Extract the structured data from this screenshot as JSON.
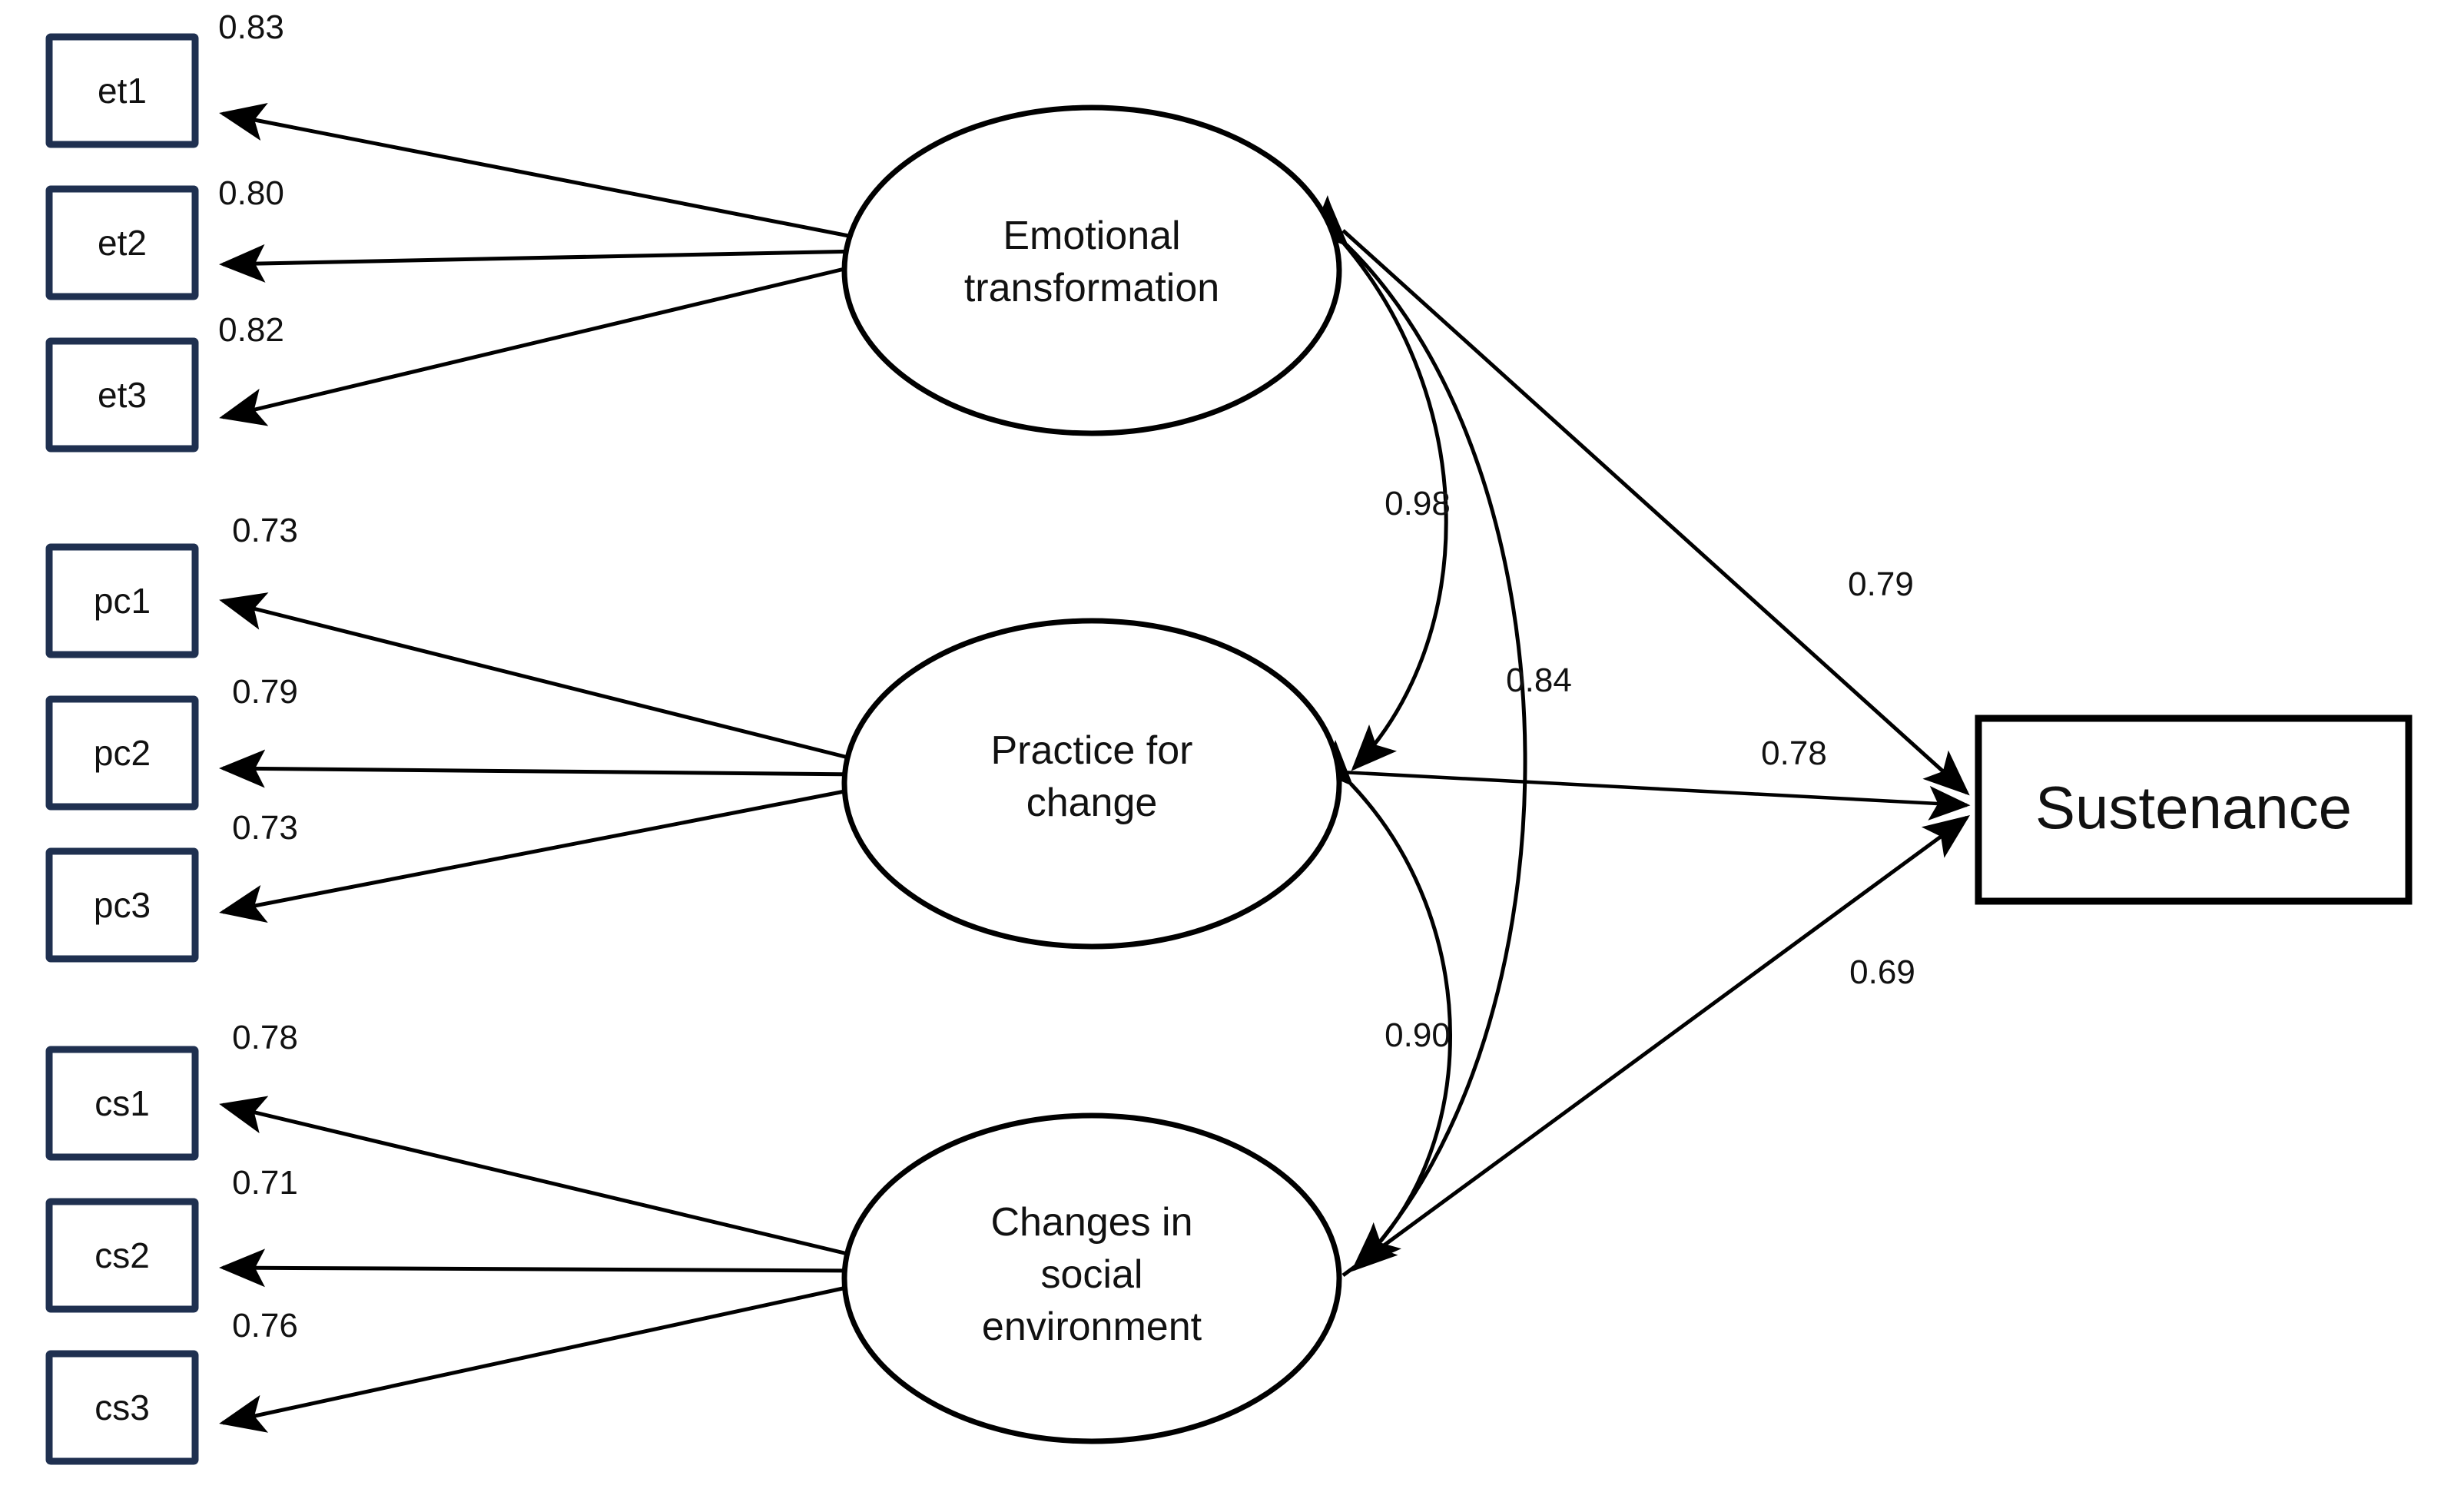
{
  "diagram": {
    "title": "Structural equation model path diagram",
    "type": "sem-path-diagram",
    "colors": {
      "indicator_border": "#1F3050",
      "outcome_border": "#000000",
      "latent_border": "#000000",
      "edge": "#000000",
      "background": "#FFFFFF"
    }
  },
  "indicators": [
    {
      "id": "et1",
      "label": "et1",
      "loading": "0.83",
      "factor": "Emotional transformation"
    },
    {
      "id": "et2",
      "label": "et2",
      "loading": "0.80",
      "factor": "Emotional transformation"
    },
    {
      "id": "et3",
      "label": "et3",
      "loading": "0.82",
      "factor": "Emotional transformation"
    },
    {
      "id": "pc1",
      "label": "pc1",
      "loading": "0.73",
      "factor": "Practice for change"
    },
    {
      "id": "pc2",
      "label": "pc2",
      "loading": "0.79",
      "factor": "Practice for change"
    },
    {
      "id": "pc3",
      "label": "pc3",
      "loading": "0.73",
      "factor": "Practice for change"
    },
    {
      "id": "cs1",
      "label": "cs1",
      "loading": "0.78",
      "factor": "Changes in social environment"
    },
    {
      "id": "cs2",
      "label": "cs2",
      "loading": "0.71",
      "factor": "Changes in social environment"
    },
    {
      "id": "cs3",
      "label": "cs3",
      "loading": "0.76",
      "factor": "Changes in social environment"
    }
  ],
  "latents": [
    {
      "id": "et",
      "lines": [
        "Emotional",
        "transformation"
      ]
    },
    {
      "id": "pc",
      "lines": [
        "Practice for",
        "change"
      ]
    },
    {
      "id": "cs",
      "lines": [
        "Changes in",
        "social",
        "environment"
      ]
    }
  ],
  "outcome": {
    "id": "sustenance",
    "label": "Sustenance"
  },
  "covariances": [
    {
      "from": "Emotional transformation",
      "to": "Practice for change",
      "value": "0.98"
    },
    {
      "from": "Emotional transformation",
      "to": "Changes in social environment",
      "value": "0.84"
    },
    {
      "from": "Practice for change",
      "to": "Changes in social environment",
      "value": "0.90"
    }
  ],
  "paths": [
    {
      "from": "Emotional transformation",
      "to": "Sustenance",
      "value": "0.79"
    },
    {
      "from": "Practice for change",
      "to": "Sustenance",
      "value": "0.78"
    },
    {
      "from": "Changes in social environment",
      "to": "Sustenance",
      "value": "0.69"
    }
  ],
  "chart_data": {
    "type": "diagram",
    "title": "Structural equation model",
    "nodes": [
      {
        "name": "et1",
        "kind": "indicator"
      },
      {
        "name": "et2",
        "kind": "indicator"
      },
      {
        "name": "et3",
        "kind": "indicator"
      },
      {
        "name": "pc1",
        "kind": "indicator"
      },
      {
        "name": "pc2",
        "kind": "indicator"
      },
      {
        "name": "pc3",
        "kind": "indicator"
      },
      {
        "name": "cs1",
        "kind": "indicator"
      },
      {
        "name": "cs2",
        "kind": "indicator"
      },
      {
        "name": "cs3",
        "kind": "indicator"
      },
      {
        "name": "Emotional transformation",
        "kind": "latent"
      },
      {
        "name": "Practice for change",
        "kind": "latent"
      },
      {
        "name": "Changes in social environment",
        "kind": "latent"
      },
      {
        "name": "Sustenance",
        "kind": "observed-outcome"
      }
    ],
    "edges": [
      {
        "from": "Emotional transformation",
        "to": "et1",
        "value": 0.83,
        "kind": "loading"
      },
      {
        "from": "Emotional transformation",
        "to": "et2",
        "value": 0.8,
        "kind": "loading"
      },
      {
        "from": "Emotional transformation",
        "to": "et3",
        "value": 0.82,
        "kind": "loading"
      },
      {
        "from": "Practice for change",
        "to": "pc1",
        "value": 0.73,
        "kind": "loading"
      },
      {
        "from": "Practice for change",
        "to": "pc2",
        "value": 0.79,
        "kind": "loading"
      },
      {
        "from": "Practice for change",
        "to": "pc3",
        "value": 0.73,
        "kind": "loading"
      },
      {
        "from": "Changes in social environment",
        "to": "cs1",
        "value": 0.78,
        "kind": "loading"
      },
      {
        "from": "Changes in social environment",
        "to": "cs2",
        "value": 0.71,
        "kind": "loading"
      },
      {
        "from": "Changes in social environment",
        "to": "cs3",
        "value": 0.76,
        "kind": "loading"
      },
      {
        "from": "Emotional transformation",
        "to": "Practice for change",
        "value": 0.98,
        "kind": "covariance"
      },
      {
        "from": "Emotional transformation",
        "to": "Changes in social environment",
        "value": 0.84,
        "kind": "covariance"
      },
      {
        "from": "Practice for change",
        "to": "Changes in social environment",
        "value": 0.9,
        "kind": "covariance"
      },
      {
        "from": "Emotional transformation",
        "to": "Sustenance",
        "value": 0.79,
        "kind": "structural"
      },
      {
        "from": "Practice for change",
        "to": "Sustenance",
        "value": 0.78,
        "kind": "structural"
      },
      {
        "from": "Changes in social environment",
        "to": "Sustenance",
        "value": 0.69,
        "kind": "structural"
      }
    ]
  }
}
